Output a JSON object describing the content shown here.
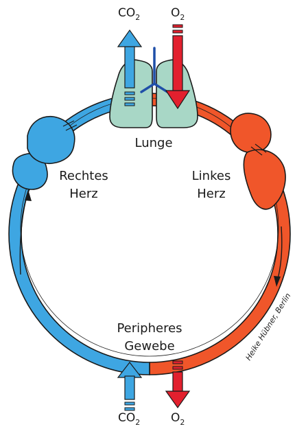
{
  "labels": {
    "lung": "Lunge",
    "right_heart_line1": "Rechtes",
    "right_heart_line2": "Herz",
    "left_heart_line1": "Linkes",
    "left_heart_line2": "Herz",
    "tissue_line1": "Peripheres",
    "tissue_line2": "Gewebe"
  },
  "gases": {
    "top_left": {
      "base": "CO",
      "sub": "2"
    },
    "top_right": {
      "base": "O",
      "sub": "2"
    },
    "bottom_left": {
      "base": "CO",
      "sub": "2"
    },
    "bottom_right": {
      "base": "O",
      "sub": "2"
    }
  },
  "credit": "Heike Hübner, Berlin",
  "colors": {
    "deoxygenated": "#3ea6e2",
    "oxygenated": "#f0562a",
    "o2_arrow": "#e2202e",
    "lung": "#a8d7c6",
    "airway": "#1f4fa8",
    "outline": "#1a1a1a"
  }
}
